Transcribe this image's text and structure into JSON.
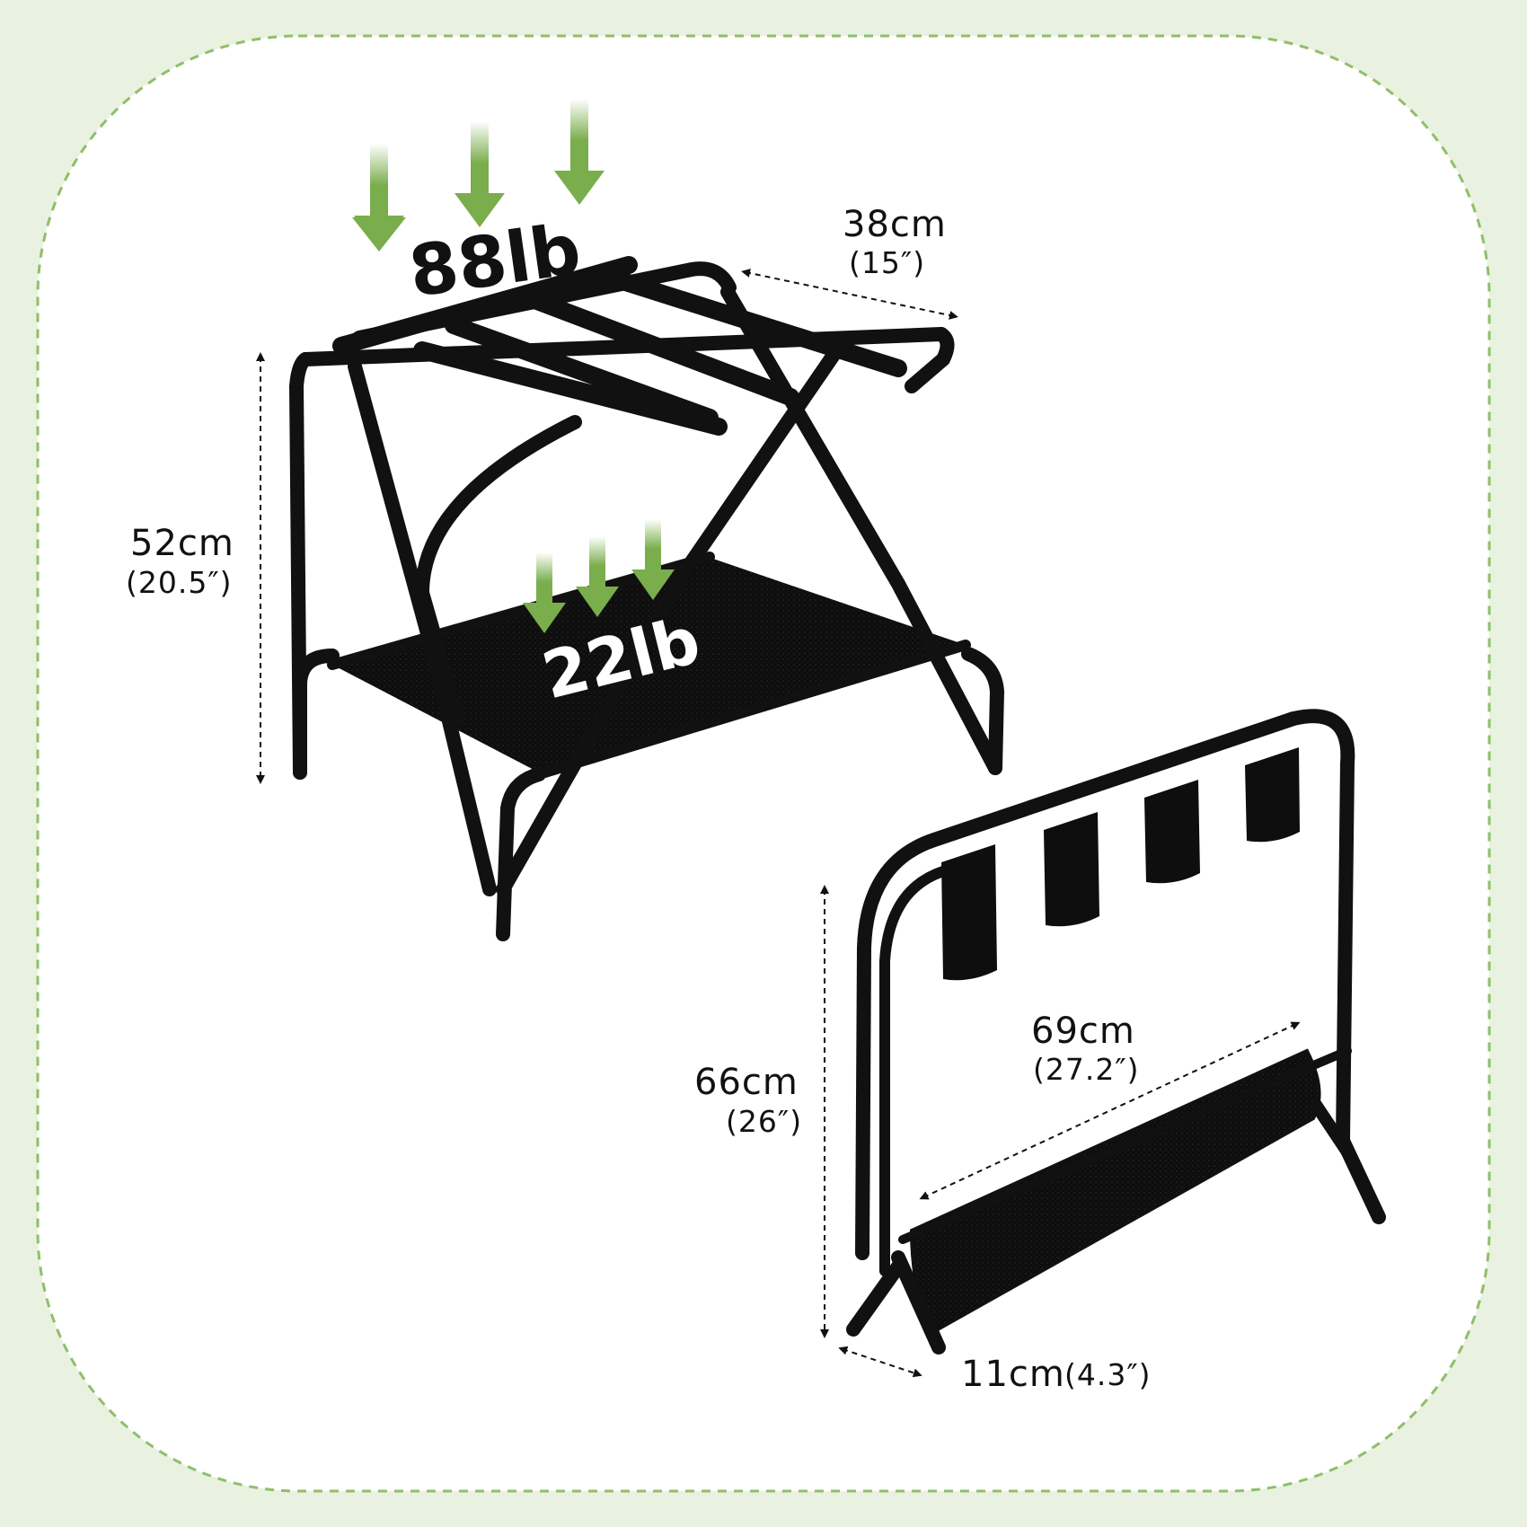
{
  "colors": {
    "background": "#e9f2e0",
    "panel": "#ffffff",
    "dashed_border": "#8fbf6a",
    "arrow_green": "#7aad4c",
    "frame": "#111111",
    "text": "#111111"
  },
  "top_rack": {
    "load_top": "88lb",
    "load_shelf": "22lb",
    "depth_cm": "38cm",
    "depth_in": "(15″)",
    "height_cm": "52cm",
    "height_in": "(20.5″)"
  },
  "folded_rack": {
    "width_cm": "69cm",
    "width_in": "(27.2″)",
    "height_cm": "66cm",
    "height_in": "(26″)",
    "thickness_cm": "11cm",
    "thickness_in": "(4.3″)"
  },
  "icons": [
    "down-arrow-icon"
  ]
}
